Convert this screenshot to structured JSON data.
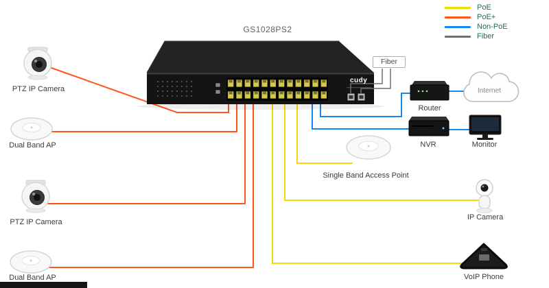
{
  "legend": {
    "items": [
      {
        "label": "PoE",
        "color": "#f0dc00"
      },
      {
        "label": "PoE+",
        "color": "#ff5519"
      },
      {
        "label": "Non-PoE",
        "color": "#1487f0"
      },
      {
        "label": "Fiber",
        "color": "#6f6f6f"
      }
    ]
  },
  "switch": {
    "model": "GS1028PS2",
    "brand": "cudy",
    "fiber_label": "Fiber",
    "rj45_port_count": 24,
    "sfp_port_count": 2
  },
  "devices": {
    "ptz_camera_top": {
      "label": "PTZ IP Camera"
    },
    "dual_band_ap_top": {
      "label": "Dual Band AP"
    },
    "ptz_camera_bottom": {
      "label": "PTZ IP Camera"
    },
    "dual_band_ap_bottom": {
      "label": "Dual Band AP"
    },
    "router": {
      "label": "Router"
    },
    "internet": {
      "label": "Internet"
    },
    "nvr": {
      "label": "NVR"
    },
    "monitor": {
      "label": "Monitor"
    },
    "single_band_ap": {
      "label": "Single Band Access Point"
    },
    "ip_camera": {
      "label": "IP Camera"
    },
    "voip_phone": {
      "label": "VoIP Phone"
    }
  },
  "connections": [
    {
      "from": "GS1028PS2",
      "to": "PTZ IP Camera (top)",
      "type": "PoE+"
    },
    {
      "from": "GS1028PS2",
      "to": "Dual Band AP (upper)",
      "type": "PoE+"
    },
    {
      "from": "GS1028PS2",
      "to": "PTZ IP Camera (lower)",
      "type": "PoE+"
    },
    {
      "from": "GS1028PS2",
      "to": "Dual Band AP (lower)",
      "type": "PoE+"
    },
    {
      "from": "GS1028PS2",
      "to": "Single Band Access Point",
      "type": "PoE"
    },
    {
      "from": "GS1028PS2",
      "to": "IP Camera",
      "type": "PoE"
    },
    {
      "from": "GS1028PS2",
      "to": "VoIP Phone",
      "type": "PoE"
    },
    {
      "from": "GS1028PS2",
      "to": "Router",
      "type": "Non-PoE"
    },
    {
      "from": "GS1028PS2",
      "to": "NVR",
      "type": "Non-PoE"
    },
    {
      "from": "Router",
      "to": "Internet",
      "type": "Non-PoE"
    },
    {
      "from": "NVR",
      "to": "Monitor",
      "type": "Non-PoE"
    },
    {
      "from": "GS1028PS2 SFP ports",
      "to": "Fiber",
      "type": "Fiber"
    }
  ]
}
